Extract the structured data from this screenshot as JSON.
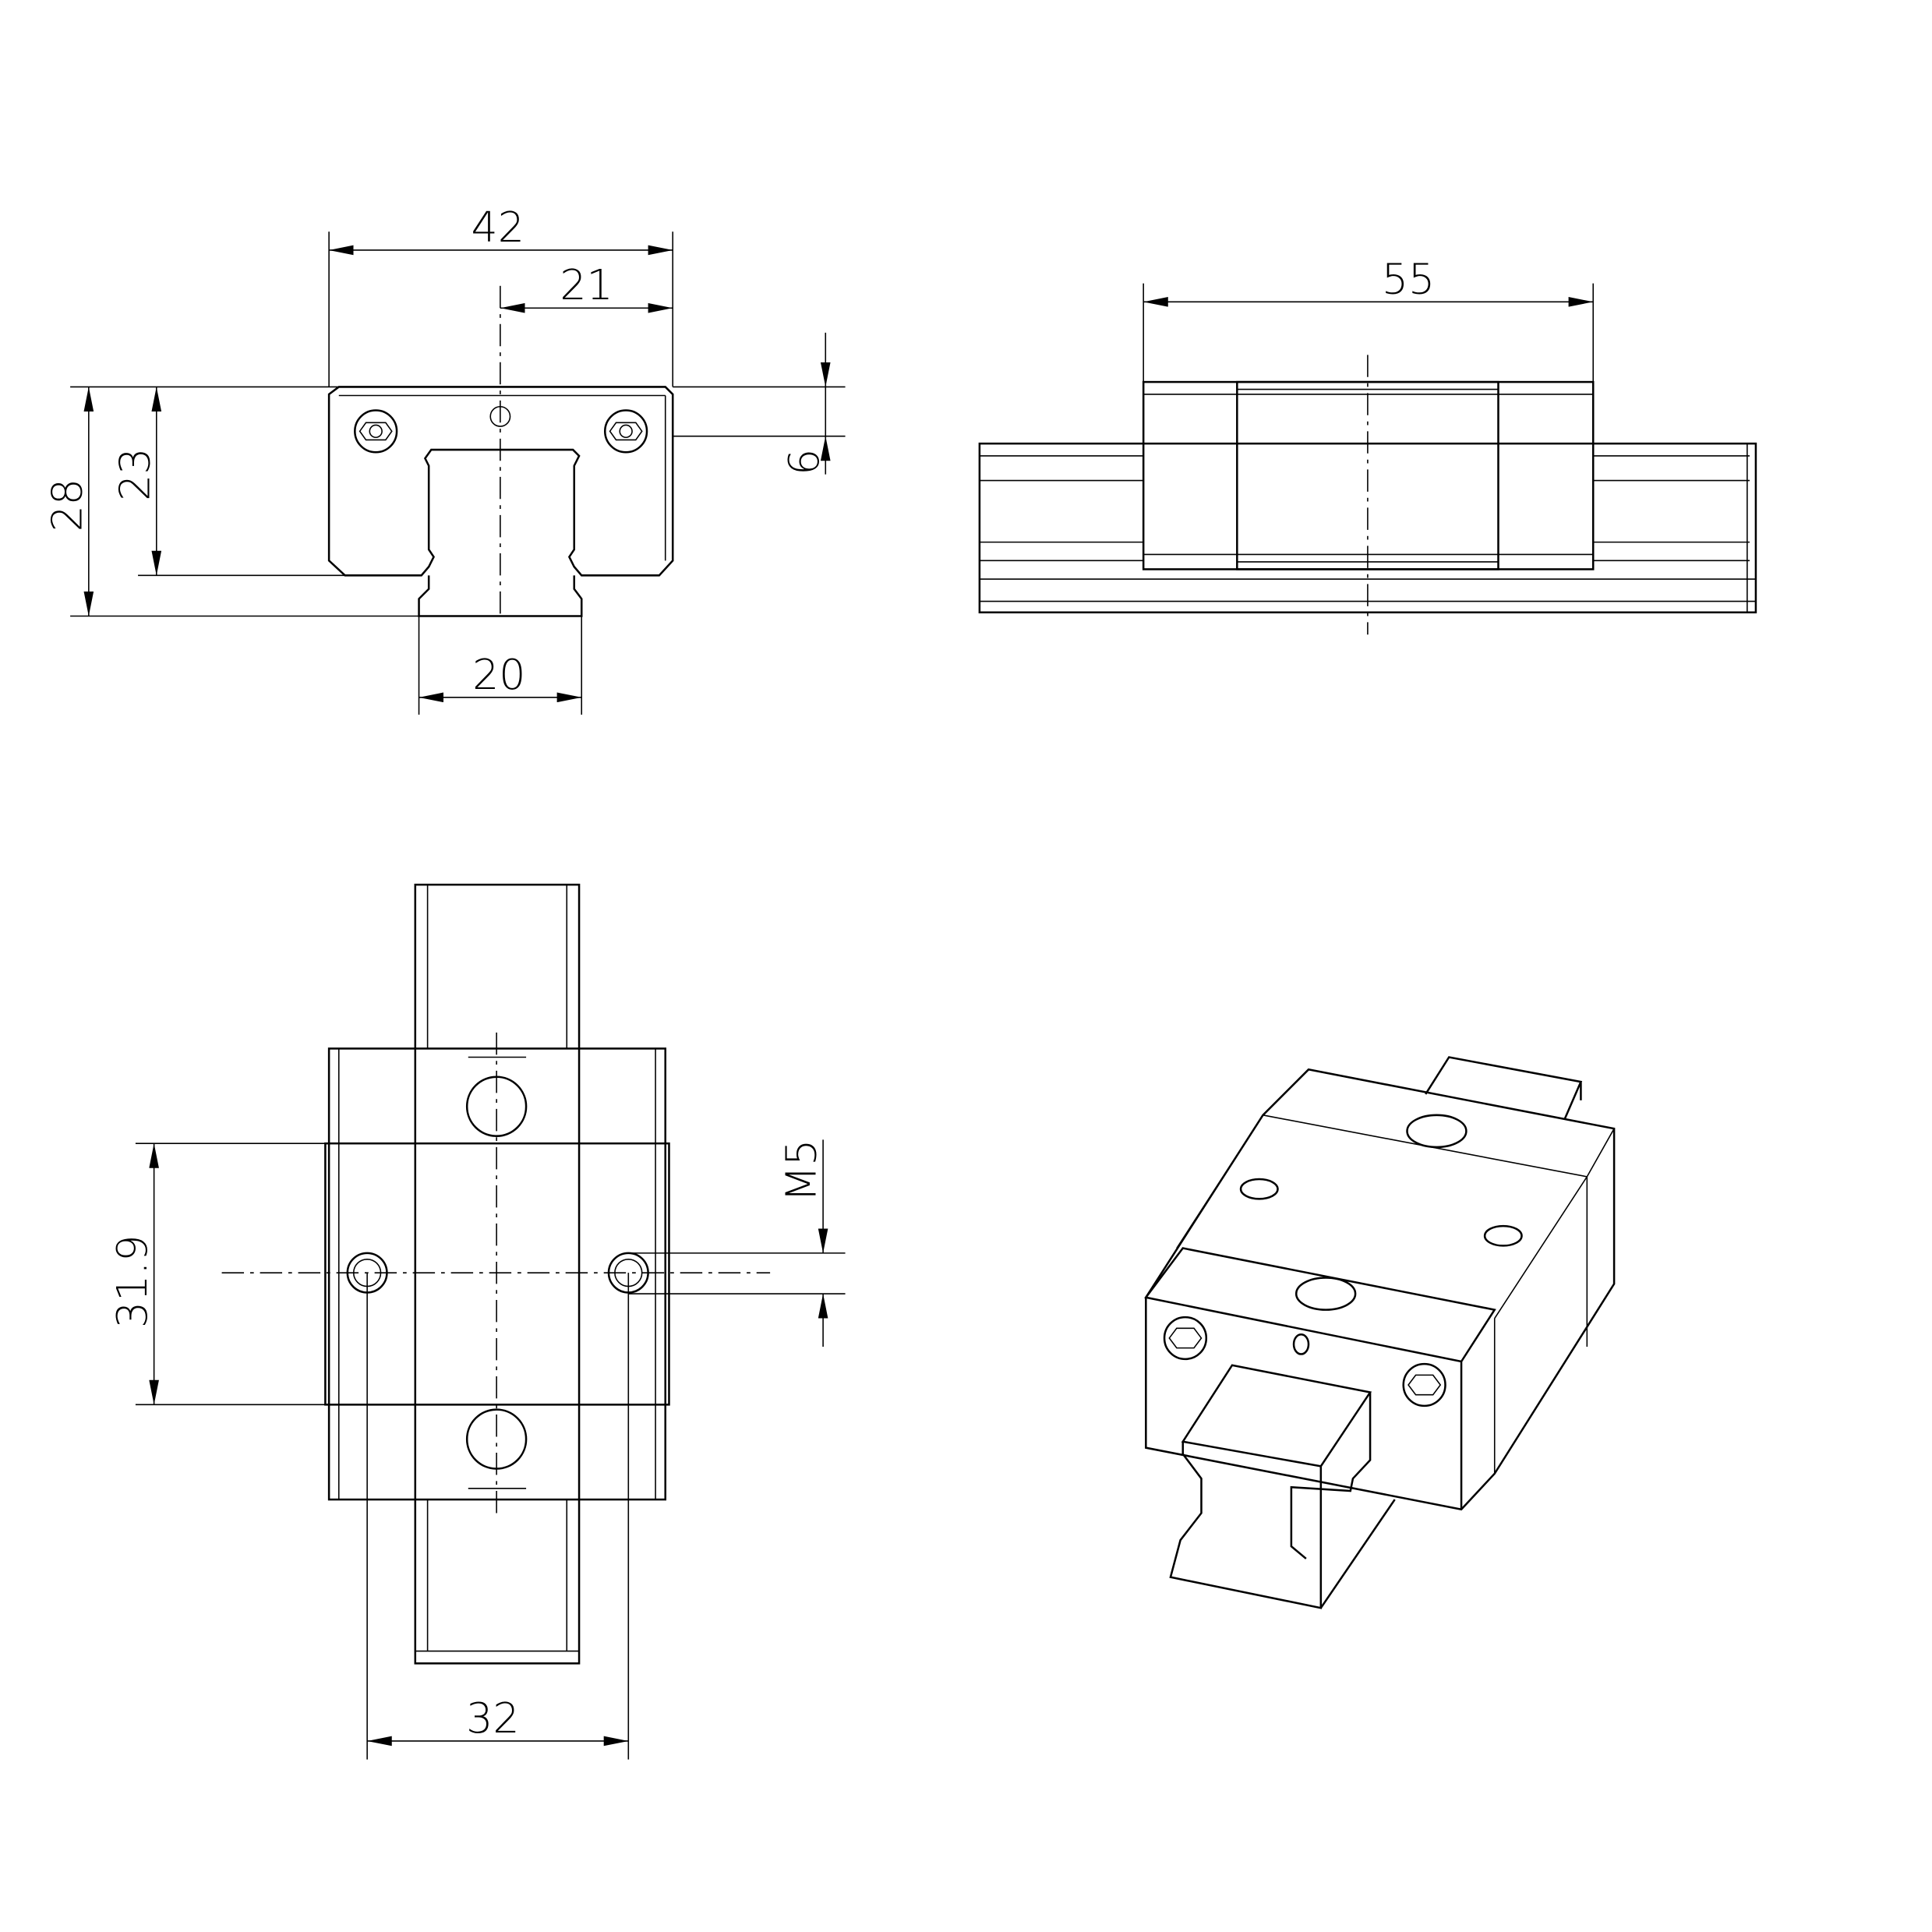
{
  "drawing": {
    "front_view": {
      "width_label": "42",
      "half_width_label": "21",
      "total_height_label": "28",
      "block_height_label": "23",
      "mount_depth_label": "6",
      "rail_width_label": "20"
    },
    "side_view": {
      "length_label": "55"
    },
    "top_view": {
      "hole_spacing_length_label": "31.9",
      "thread_label": "M5",
      "hole_spacing_width_label": "32"
    },
    "line_color": "#000000",
    "background_color": "#ffffff"
  }
}
